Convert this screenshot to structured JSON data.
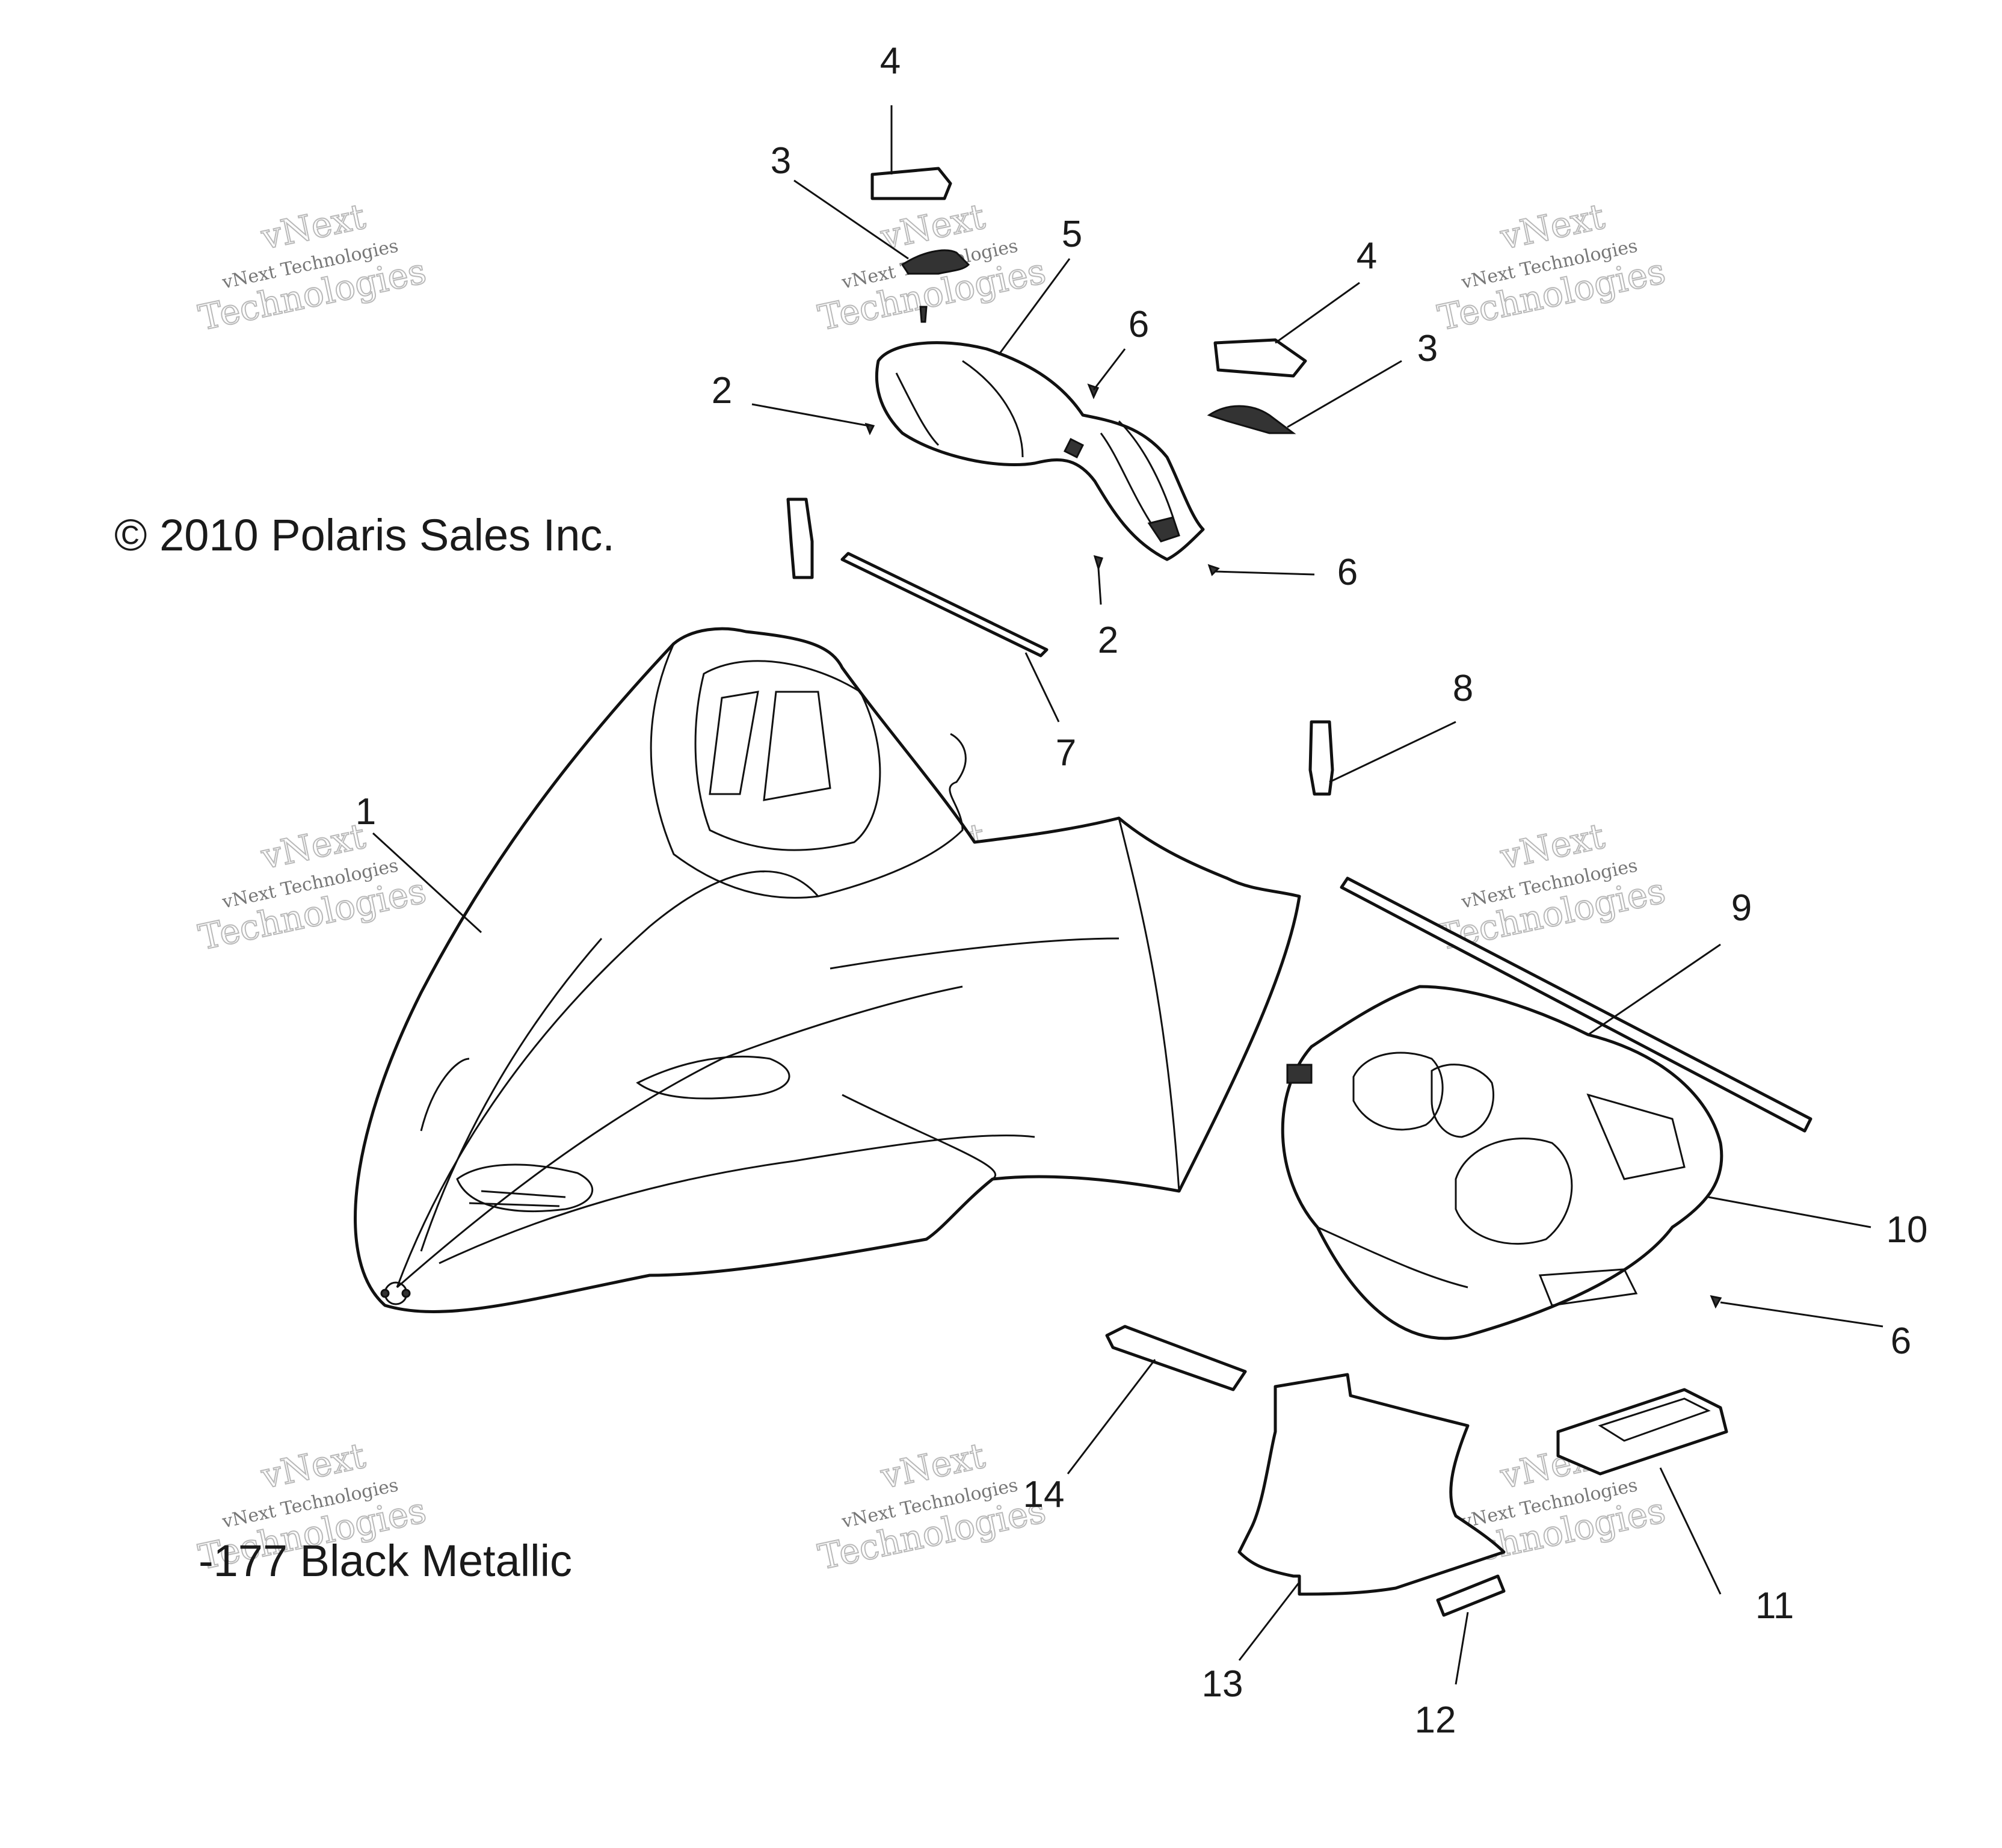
{
  "copyright": "© 2010 Polaris Sales Inc.",
  "color_note": "-177 Black Metallic",
  "watermark": {
    "line1": "vNext",
    "line2": "vNext Technologies",
    "line3": "Technologies"
  },
  "callouts": [
    {
      "id": "c1",
      "label": "1"
    },
    {
      "id": "c2a",
      "label": "2"
    },
    {
      "id": "c2b",
      "label": "2"
    },
    {
      "id": "c3a",
      "label": "3"
    },
    {
      "id": "c3b",
      "label": "3"
    },
    {
      "id": "c4a",
      "label": "4"
    },
    {
      "id": "c4b",
      "label": "4"
    },
    {
      "id": "c5",
      "label": "5"
    },
    {
      "id": "c6a",
      "label": "6"
    },
    {
      "id": "c6b",
      "label": "6"
    },
    {
      "id": "c6c",
      "label": "6"
    },
    {
      "id": "c7",
      "label": "7"
    },
    {
      "id": "c8",
      "label": "8"
    },
    {
      "id": "c9",
      "label": "9"
    },
    {
      "id": "c10",
      "label": "10"
    },
    {
      "id": "c11",
      "label": "11"
    },
    {
      "id": "c12",
      "label": "12"
    },
    {
      "id": "c13",
      "label": "13"
    },
    {
      "id": "c14",
      "label": "14"
    }
  ]
}
